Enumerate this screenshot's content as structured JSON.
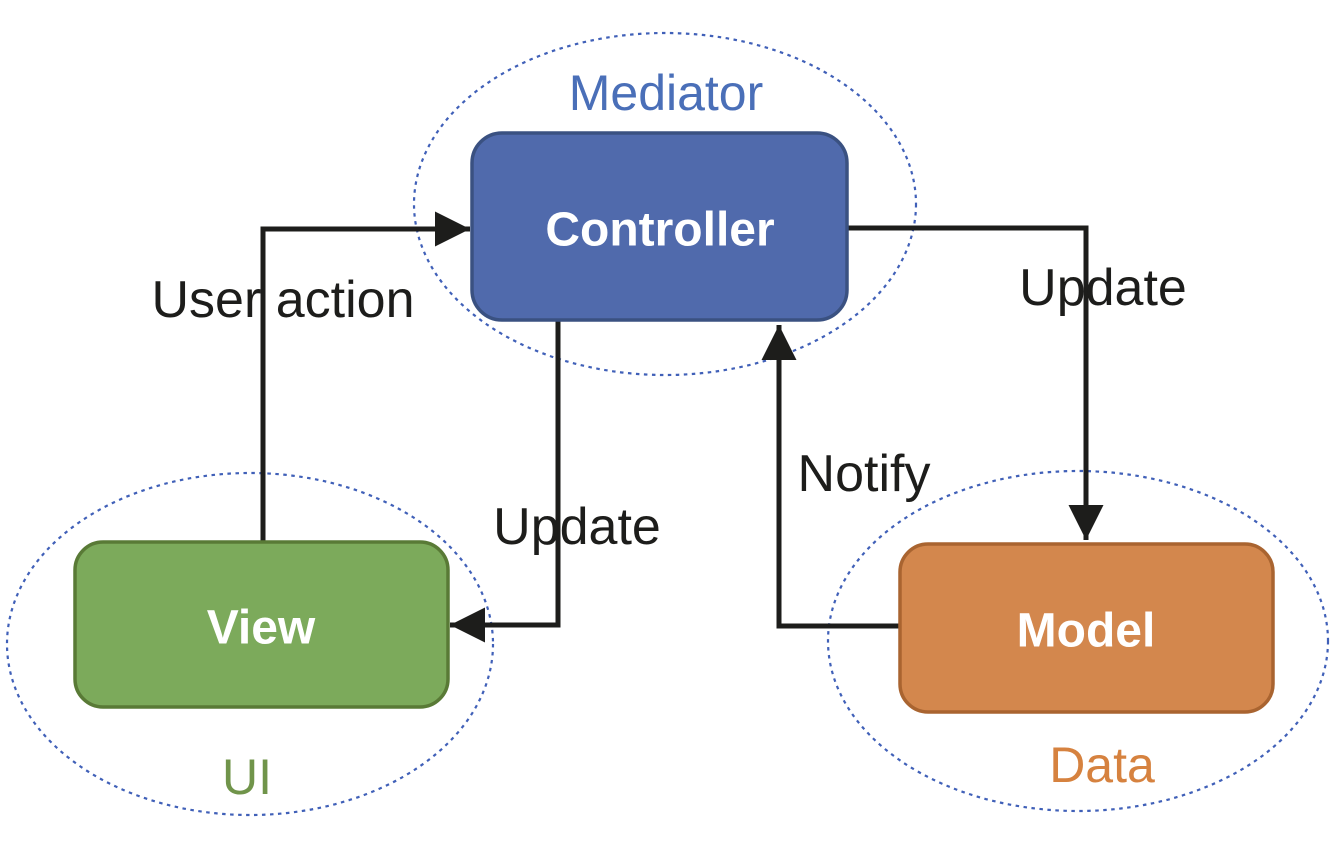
{
  "diagram": {
    "type": "mvc-pattern-diagram",
    "background": "#ffffff",
    "nodes": {
      "controller": {
        "label": "Controller",
        "group_label": "Mediator",
        "fill": "#506aac",
        "border": "#3a5181",
        "group_label_color": "#4a6fb8",
        "label_color": "#ffffff"
      },
      "view": {
        "label": "View",
        "group_label": "UI",
        "fill": "#7caa5b",
        "border": "#597a36",
        "group_label_color": "#70944a",
        "label_color": "#ffffff"
      },
      "model": {
        "label": "Model",
        "group_label": "Data",
        "fill": "#d3874d",
        "border": "#a96430",
        "group_label_color": "#d6823f",
        "label_color": "#ffffff"
      }
    },
    "edges": {
      "user_action": {
        "label": "User action",
        "from": "View",
        "to": "Controller"
      },
      "update_view": {
        "label": "Update",
        "from": "Controller",
        "to": "View"
      },
      "notify": {
        "label": "Notify",
        "from": "Model",
        "to": "Controller"
      },
      "update_model": {
        "label": "Update",
        "from": "Controller",
        "to": "Model"
      }
    },
    "style": {
      "arrow_color": "#1d1d1b",
      "dashed_ellipse_color": "#4060b8"
    }
  }
}
